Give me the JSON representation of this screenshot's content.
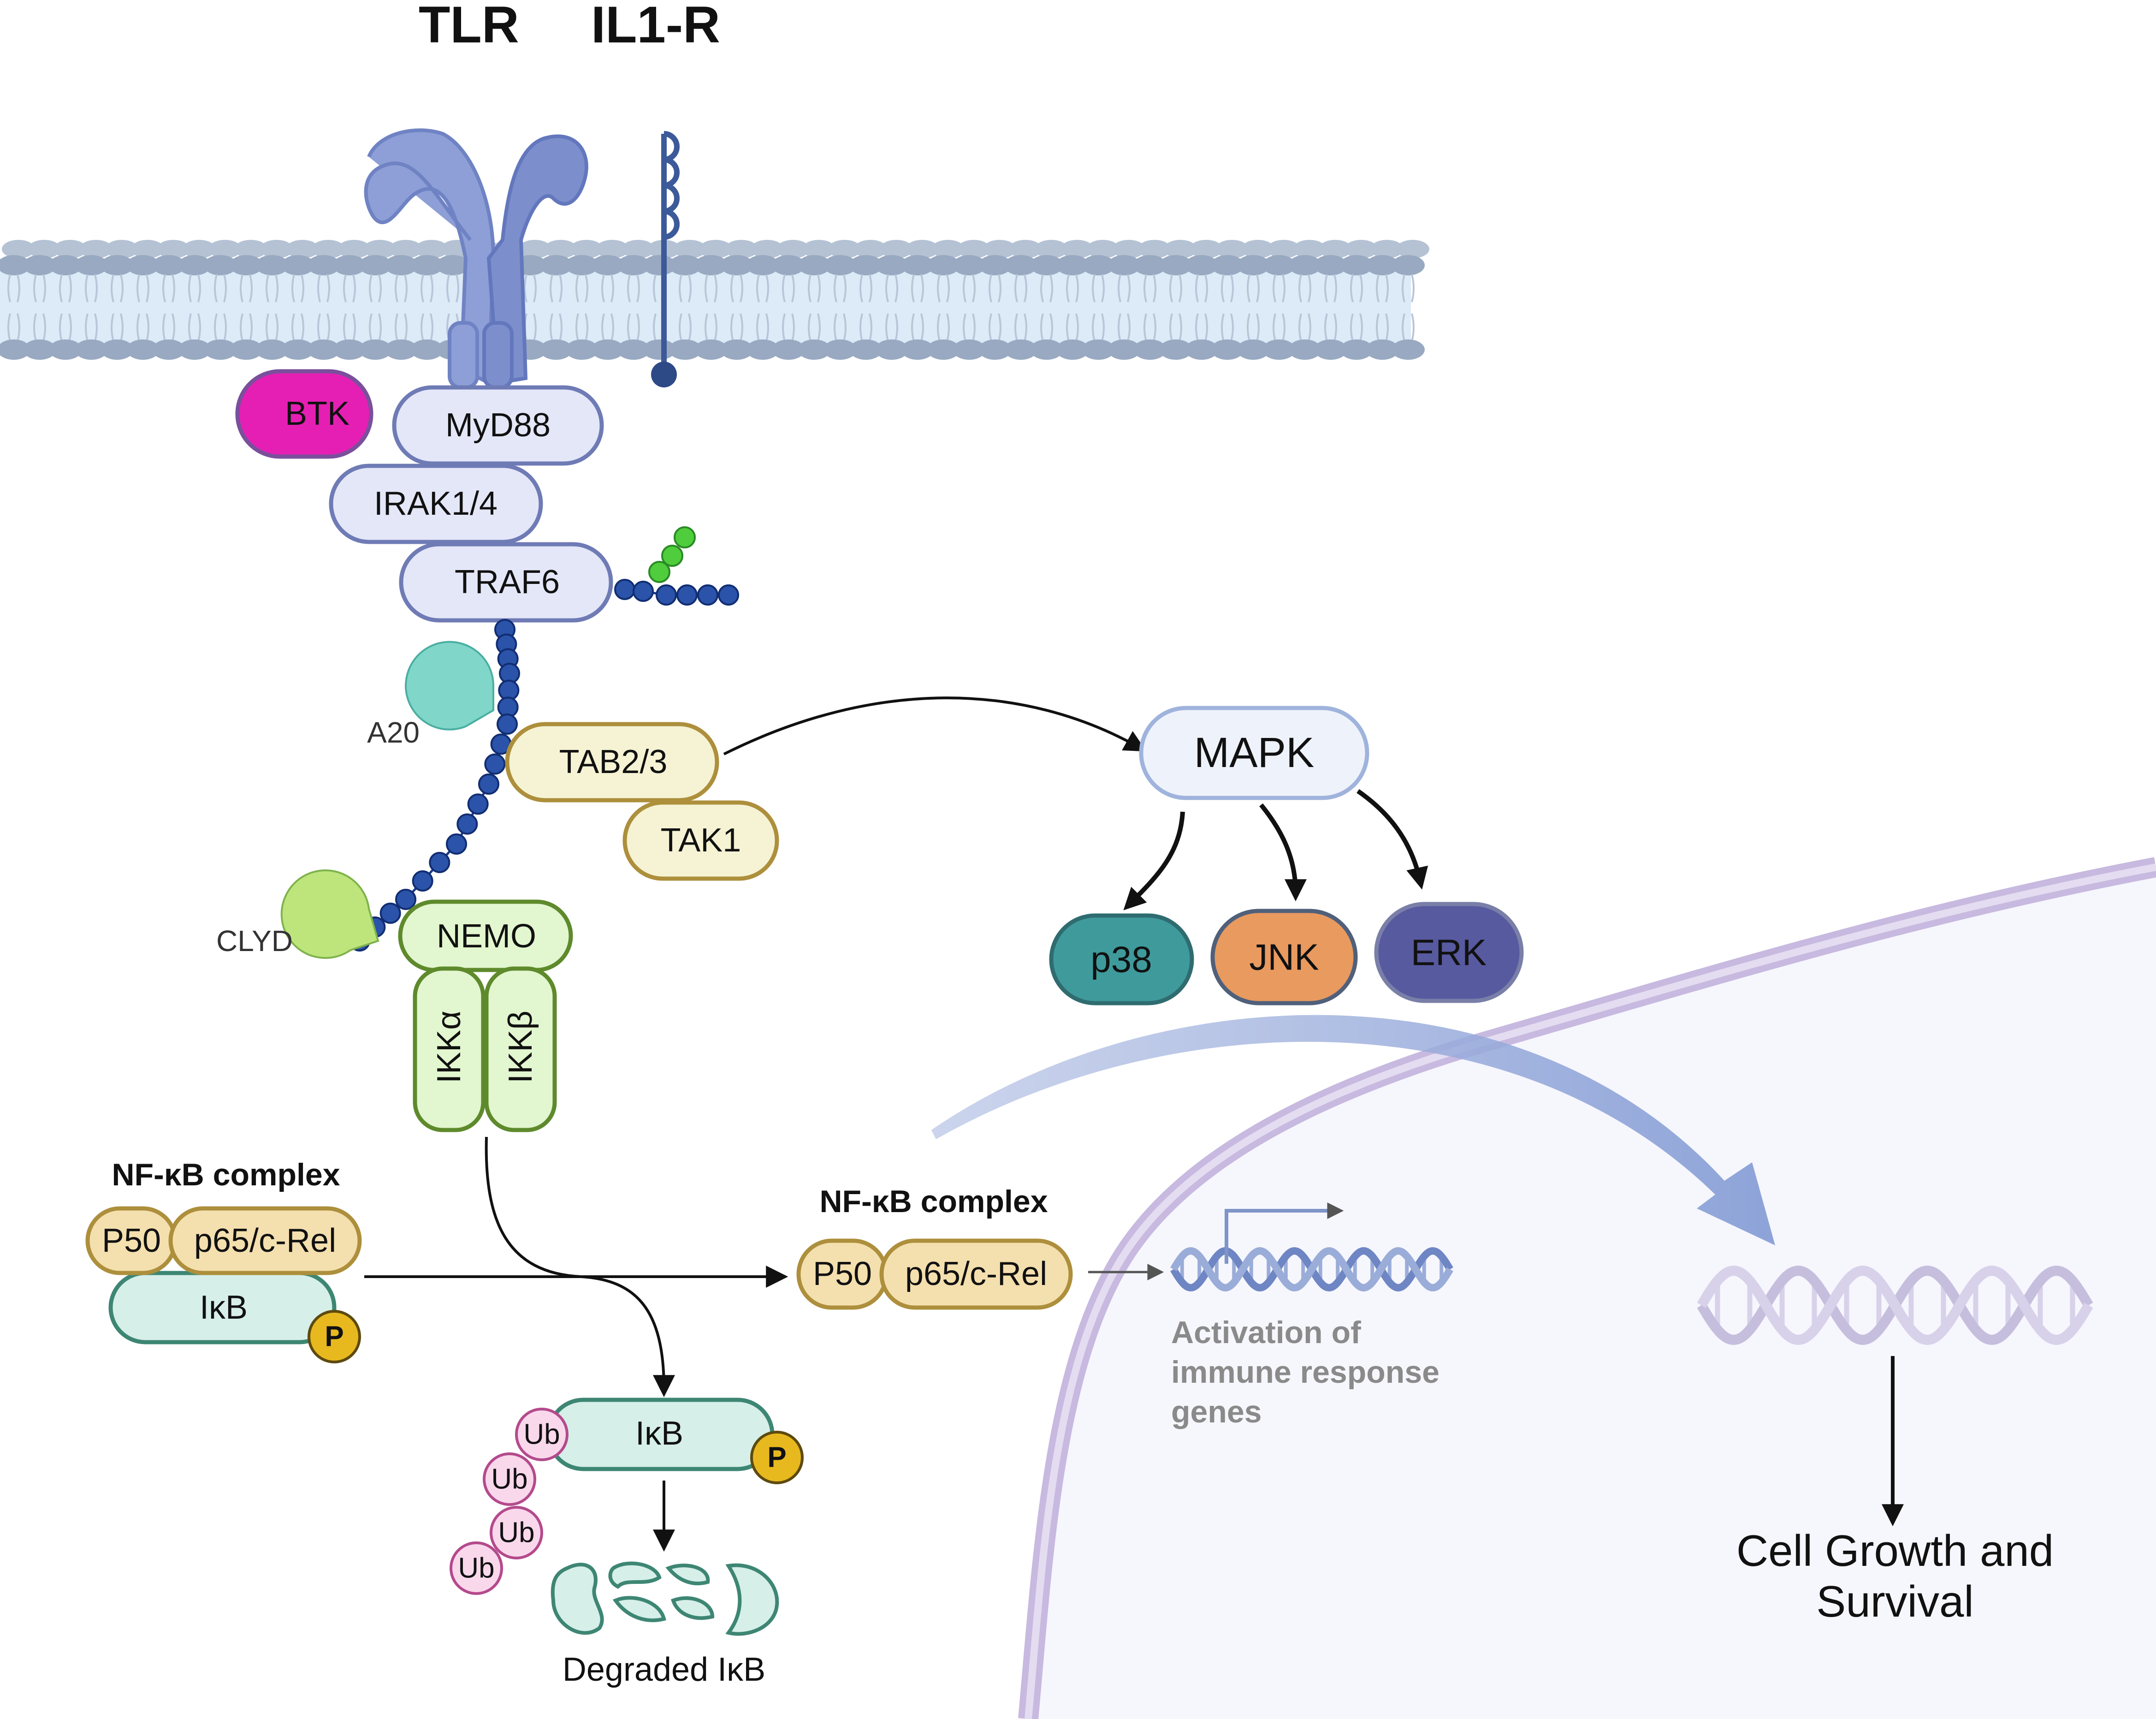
{
  "receptors": {
    "tlr": "TLR",
    "il1r": "IL1-R"
  },
  "adaptors": {
    "btk": "BTK",
    "myd88": "MyD88",
    "irak": "IRAK1/4",
    "traf6": "TRAF6"
  },
  "deubiquitinases": {
    "a20": "A20",
    "clyd": "CLYD"
  },
  "tak_complex": {
    "tab": "TAB2/3",
    "tak1": "TAK1"
  },
  "ikk_complex": {
    "nemo": "NEMO",
    "ikka": "IKKα",
    "ikkb": "IKKβ"
  },
  "mapk": {
    "label": "MAPK",
    "p38": "p38",
    "jnk": "JNK",
    "erk": "ERK"
  },
  "nfkb_left": {
    "title": "NF-κB complex",
    "p50": "P50",
    "p65": "p65/c-Rel",
    "ikb": "IκB",
    "phos": "P"
  },
  "nfkb_right": {
    "title": "NF-κB complex",
    "p50": "P50",
    "p65": "p65/c-Rel"
  },
  "degradation": {
    "ikb": "IκB",
    "phos": "P",
    "ub": [
      "Ub",
      "Ub",
      "Ub",
      "Ub"
    ],
    "degraded": "Degraded IκB"
  },
  "activation": {
    "line1": "Activation of",
    "line2": "immune response",
    "line3": "genes"
  },
  "outcome": {
    "line1": "Cell Growth and",
    "line2": "Survival"
  },
  "colors": {
    "btk": "#e61fb4",
    "adaptor_fill": "#e3e7f8",
    "adaptor_stroke": "#6f7bb5",
    "tak_fill": "#f5f3d4",
    "tak_stroke": "#ad8f3c",
    "nemo_fill": "#e2f6cf",
    "nemo_stroke": "#5e8a2c",
    "p38": "#3f9a9c",
    "jnk": "#e89a5f",
    "erk": "#575a9f",
    "nfkb_fill": "#f4dfae",
    "ikb_fill": "#d6efe8",
    "ikb_stroke": "#3e8674",
    "ubiquitin": "#2a53a9",
    "nucleus_fill": "#f6f6fd",
    "nuclear_membrane": "#c7b9df",
    "phosphate": "#e8b91f"
  }
}
